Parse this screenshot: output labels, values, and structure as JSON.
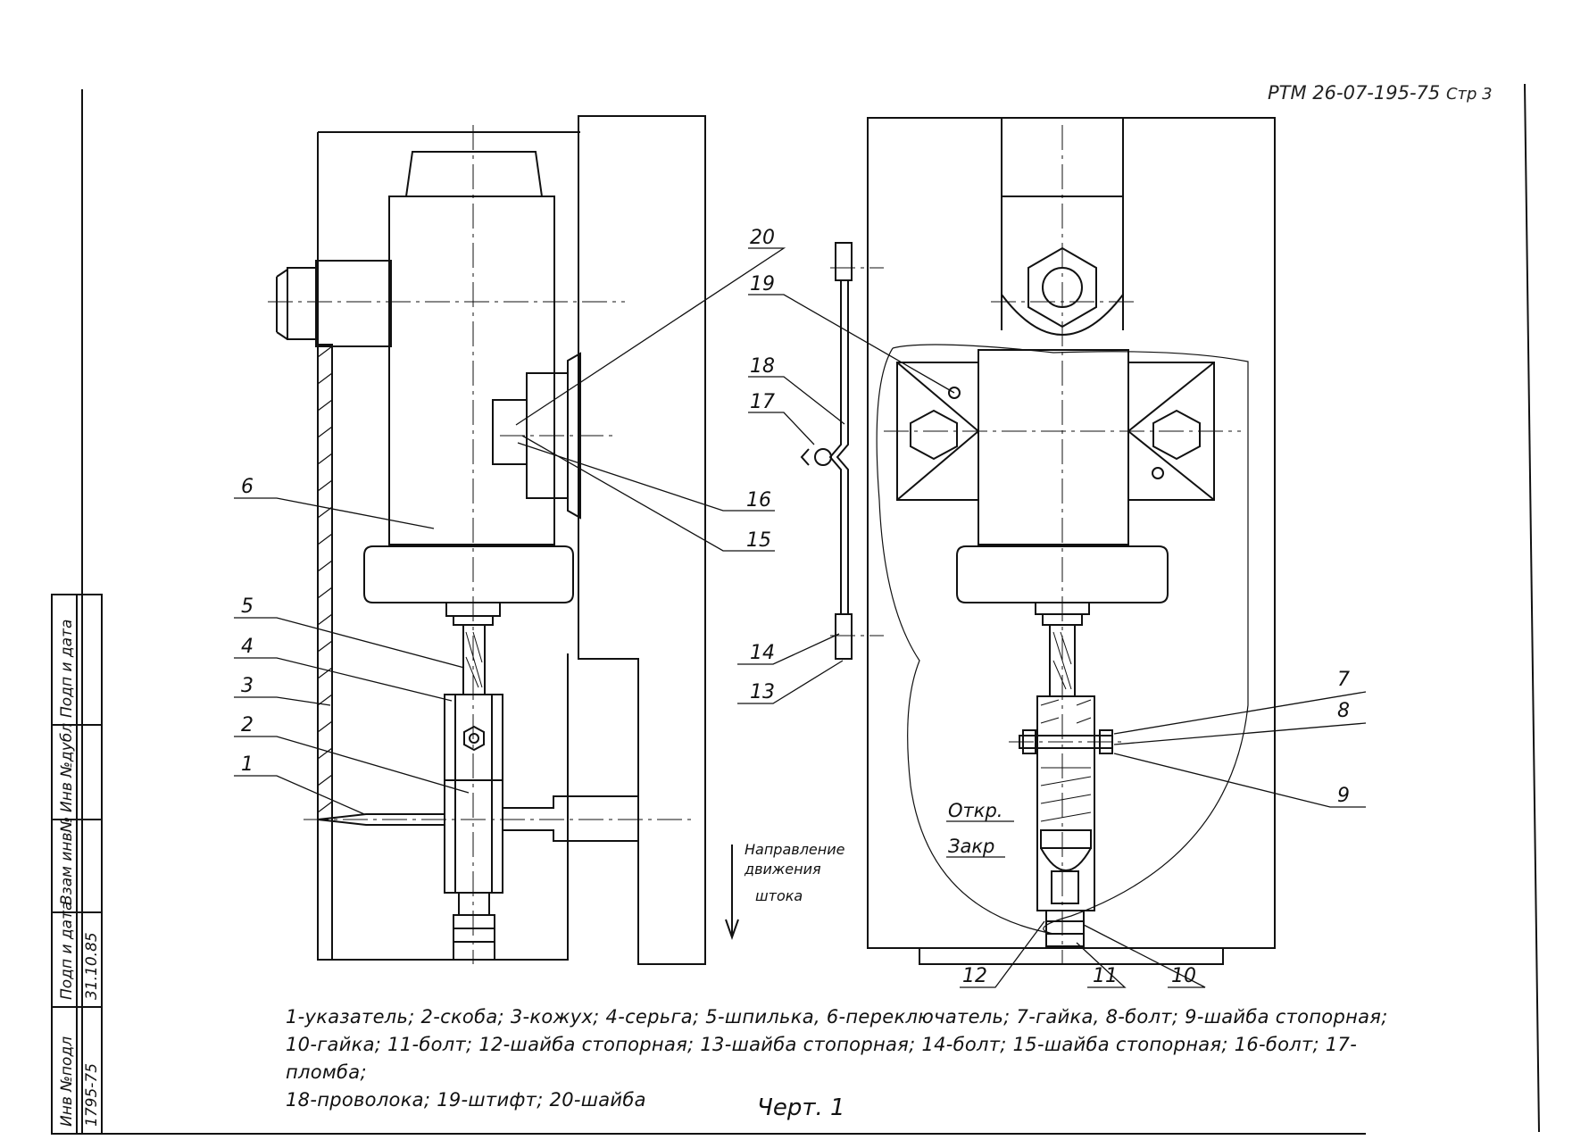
{
  "header": {
    "doc_ref": "РТМ 26-07-195-75",
    "page": "Стр 3"
  },
  "stamp": {
    "columns": [
      "Инв №подл",
      "Подп и дата",
      "Взам инв№",
      "Инв №дубл",
      "Подп и дата"
    ],
    "values": [
      "1795-75",
      "31.10.85"
    ]
  },
  "callouts": {
    "n1": "1",
    "n2": "2",
    "n3": "3",
    "n4": "4",
    "n5": "5",
    "n6": "6",
    "n7": "7",
    "n8": "8",
    "n9": "9",
    "n10": "10",
    "n11": "11",
    "n12": "12",
    "n13": "13",
    "n14": "14",
    "n15": "15",
    "n16": "16",
    "n17": "17",
    "n18": "18",
    "n19": "19",
    "n20": "20"
  },
  "annotations": {
    "direction_line1": "Направление",
    "direction_line2": "движения",
    "direction_line3": "штока",
    "open": "Откр.",
    "close": "Закр"
  },
  "legend": {
    "line1": "1-указатель; 2-скоба; 3-кожух; 4-серьга; 5-шпилька, 6-переключатель; 7-гайка, 8-болт; 9-шайба стопорная;",
    "line2": "10-гайка; 11-болт; 12-шайба стопорная; 13-шайба стопорная; 14-болт; 15-шайба стопорная; 16-болт; 17-пломба;",
    "line3": "18-проволока; 19-штифт; 20-шайба"
  },
  "figure_caption": "Черт. 1"
}
